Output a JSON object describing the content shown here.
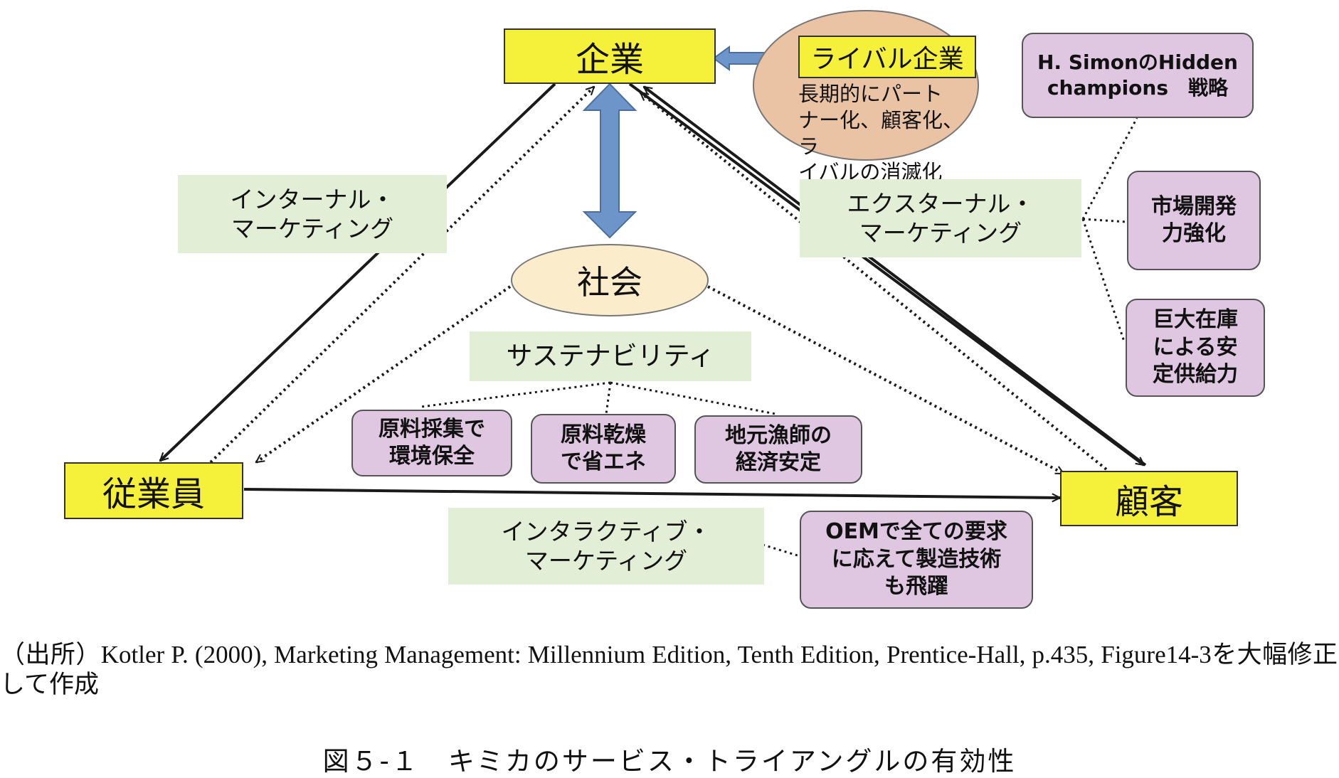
{
  "nodes": {
    "company": "企業",
    "employee": "従業員",
    "customer": "顧客",
    "society": "社会"
  },
  "rival": {
    "title": "ライバル企業",
    "description": "長期的にパート\nナー化、顧客化、ラ\nイバルの消滅化"
  },
  "marketing": {
    "internal": "インターナル・\nマーケティング",
    "external": "エクスターナル・\nマーケティング",
    "interactive": "インタラクティブ・\nマーケティング",
    "sustainability": "サステナビリティ"
  },
  "notes": {
    "hidden_champions": "H. SimonのHidden\nchampions　戦略",
    "market_development": "市場開発\n力強化",
    "inventory": "巨大在庫\nによる安\n定供給力",
    "oem": "OEMで全ての要求\nに応えて製造技術\nも飛躍",
    "sustain_items": [
      "原料採集で\n環境保全",
      "原料乾燥\nで省エネ",
      "地元漁師の\n経済安定"
    ]
  },
  "source": "（出所）Kotler P. (2000), Marketing Management: Millennium Edition, Tenth Edition, Prentice-Hall, p.435, Figure14-3を大幅修正して作成",
  "caption": "図５-１　キミカのサービス・トライアングルの有効性",
  "colors": {
    "node_fill": "#f5f03a",
    "label_fill": "#e3eed6",
    "note_fill": "#dfc6e1",
    "society_fill": "#fbeccb",
    "rival_fill": "#e9c3a4",
    "arrow_blue": "#6d95c9"
  }
}
